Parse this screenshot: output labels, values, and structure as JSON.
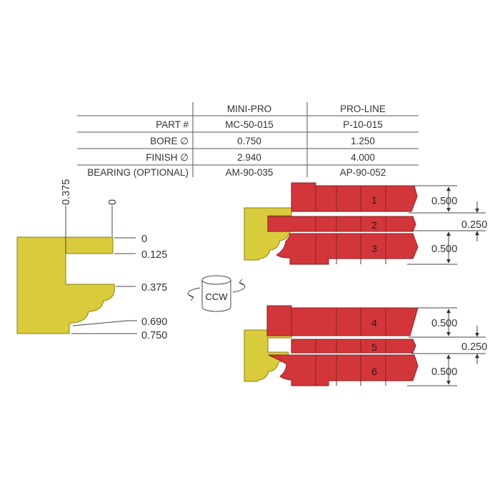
{
  "table": {
    "columns": [
      "MINI-PRO",
      "PRO-LINE"
    ],
    "rows": [
      {
        "label": "PART #",
        "mini": "MC-50-015",
        "pro": "P-10-015"
      },
      {
        "label": "BORE ∅",
        "mini": "0.750",
        "pro": "1.250"
      },
      {
        "label": "FINISH ∅",
        "mini": "2.940",
        "pro": "4.000"
      },
      {
        "label": "BEARING (OPTIONAL)",
        "mini": "AM-90-035",
        "pro": "AP-90-052"
      }
    ]
  },
  "profile": {
    "top_labels": [
      "0.375",
      "0"
    ],
    "side_labels": [
      "0",
      "0.125",
      "0.375",
      "0.690",
      "0.750"
    ]
  },
  "rotation": {
    "label": "CCW"
  },
  "cutters": {
    "upper_set": {
      "cuts": [
        "1",
        "2",
        "3"
      ],
      "dims": [
        "0.500",
        "0.250",
        "0.500"
      ]
    },
    "lower_set": {
      "cuts": [
        "4",
        "5",
        "6"
      ],
      "dims": [
        "0.500",
        "0.250",
        "0.500"
      ]
    }
  },
  "colors": {
    "profile": "#d9cc3c",
    "cutter": "#d2363b"
  }
}
